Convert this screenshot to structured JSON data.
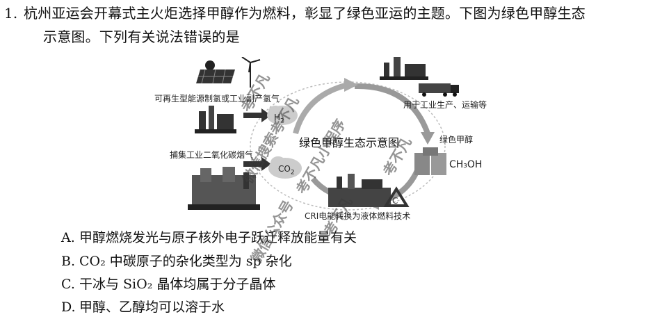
{
  "question": {
    "number": "1.",
    "line1": "杭州亚运会开幕式主火炬选择甲醇作为燃料，彰显了绿色亚运的主题。下图为绿色甲醇生态",
    "line2": "示意图。下列有关说法错误的是"
  },
  "figure": {
    "center_title": "绿色甲醇生态示意图",
    "label_renewable": "可再生型能源制氢或工业副产氢气",
    "label_h2": "H",
    "label_h2_sub": "2",
    "label_capture": "捕集工业二氧化碳烟气",
    "label_co2": "CO",
    "label_co2_sub": "2",
    "label_use": "用于工业生产、运输等",
    "label_green_methanol": "绿色甲醇",
    "label_ch3oh": "CH₃OH",
    "label_cri": "CRI电能转换为液体燃料技术"
  },
  "options": [
    {
      "key": "A.",
      "text": "甲醇燃烧发光与原子核外电子跃迁释放能量有关"
    },
    {
      "key": "B.",
      "text": "CO₂ 中碳原子的杂化类型为 sp 杂化"
    },
    {
      "key": "C.",
      "text": "干冰与 SiO₂ 晶体均属于分子晶体"
    },
    {
      "key": "D.",
      "text": "甲醇、乙醇均可以溶于水"
    }
  ],
  "watermarks": [
    "考不凡",
    "微信搜索考不凡",
    "考不凡小程序",
    "考不凡",
    "微信公众号",
    "考不凡"
  ]
}
